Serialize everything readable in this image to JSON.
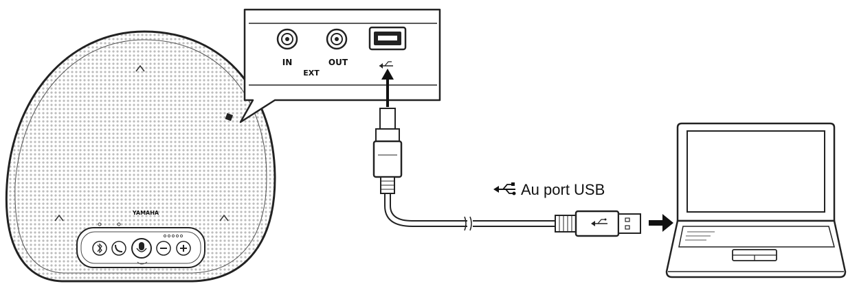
{
  "colors": {
    "line": "#222222",
    "grille": "#bdbdbd",
    "device_fill": "#d9d9d9",
    "screen_fill": "#ffffff",
    "arrow": "#111111"
  },
  "callout": {
    "port_in_label": "IN",
    "port_out_label": "OUT",
    "group_label": "EXT"
  },
  "speakerphone": {
    "brand_text": "YAMAHA",
    "buttons": [
      "bluetooth-icon",
      "call-icon",
      "mic-mute-icon",
      "volume-down-icon",
      "volume-up-icon"
    ]
  },
  "cable": {
    "destination_label": "Au port USB",
    "usb_symbol_icon": "usb-symbol-icon"
  }
}
